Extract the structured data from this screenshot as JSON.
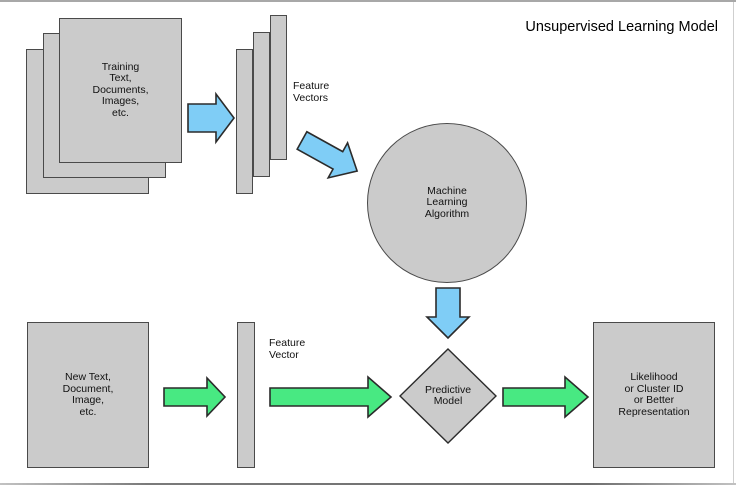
{
  "title": "Unsupervised Learning Model",
  "colors": {
    "shape_fill": "#cbcbcb",
    "shape_border": "#4a4a4a",
    "blue_arrow": "#7fcdf6",
    "green_arrow": "#48e982",
    "arrow_outline": "#2b2b2b"
  },
  "nodes": {
    "training_documents": "Training\nText,\nDocuments,\nImages,\netc.",
    "feature_vectors": "Feature\nVectors",
    "machine_learning_algorithm": "Machine\nLearning\nAlgorithm",
    "new_document": "New Text,\nDocument,\nImage,\netc.",
    "feature_vector": "Feature\nVector",
    "predictive_model": "Predictive\nModel",
    "output": "Likelihood\nor Cluster ID\nor Better\nRepresentation"
  }
}
